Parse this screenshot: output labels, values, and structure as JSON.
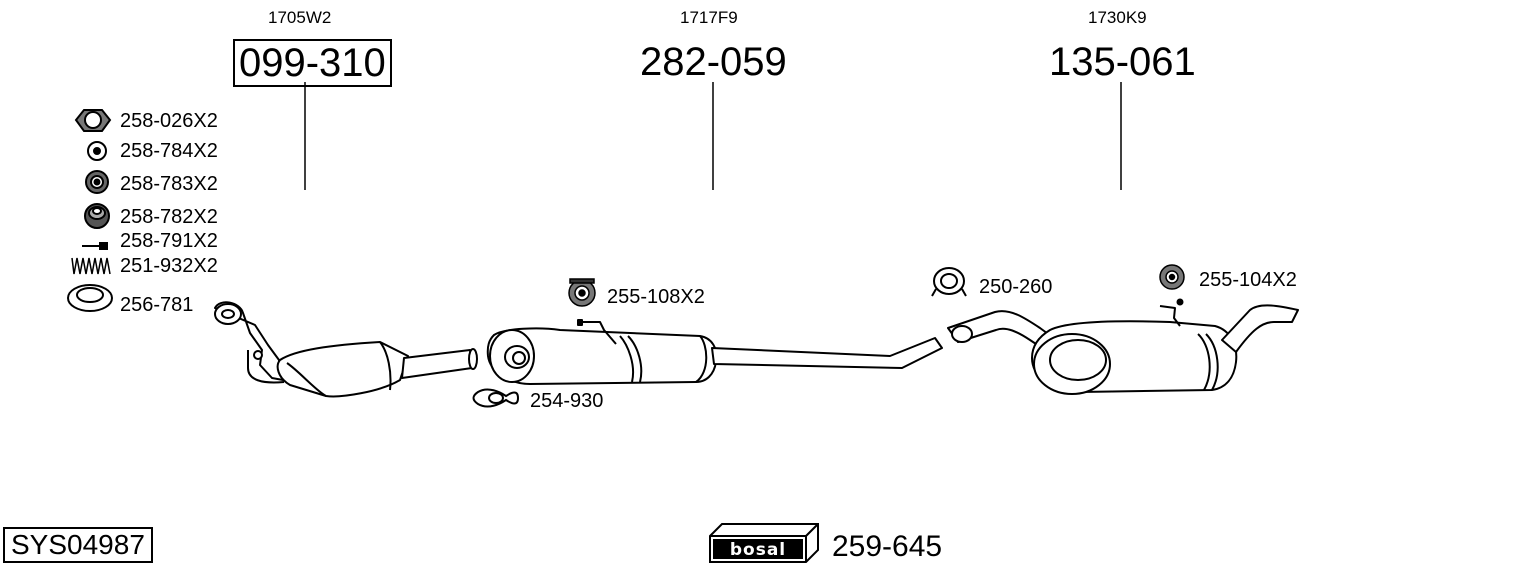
{
  "parts": [
    {
      "code": "1705W2",
      "number": "099-310"
    },
    {
      "code": "1717F9",
      "number": "282-059"
    },
    {
      "code": "1730K9",
      "number": "135-061"
    }
  ],
  "hardware": [
    {
      "icon": "hex-nut-icon",
      "label": "258-026X2"
    },
    {
      "icon": "washer-icon",
      "label": "258-784X2"
    },
    {
      "icon": "spring-washer-icon",
      "label": "258-783X2"
    },
    {
      "icon": "conical-washer-icon",
      "label": "258-782X2"
    },
    {
      "icon": "bolt-icon",
      "label": "258-791X2"
    },
    {
      "icon": "spring-icon",
      "label": "251-932X2"
    },
    {
      "icon": "gasket-ring-icon",
      "label": "256-781"
    }
  ],
  "fittings": {
    "hanger_middle": "255-108X2",
    "clamp_middle": "254-930",
    "clamp_rear": "250-260",
    "hanger_rear": "255-104X2"
  },
  "system_code": "SYS04987",
  "brand": {
    "logo_text": "bosal",
    "part": "259-645"
  }
}
